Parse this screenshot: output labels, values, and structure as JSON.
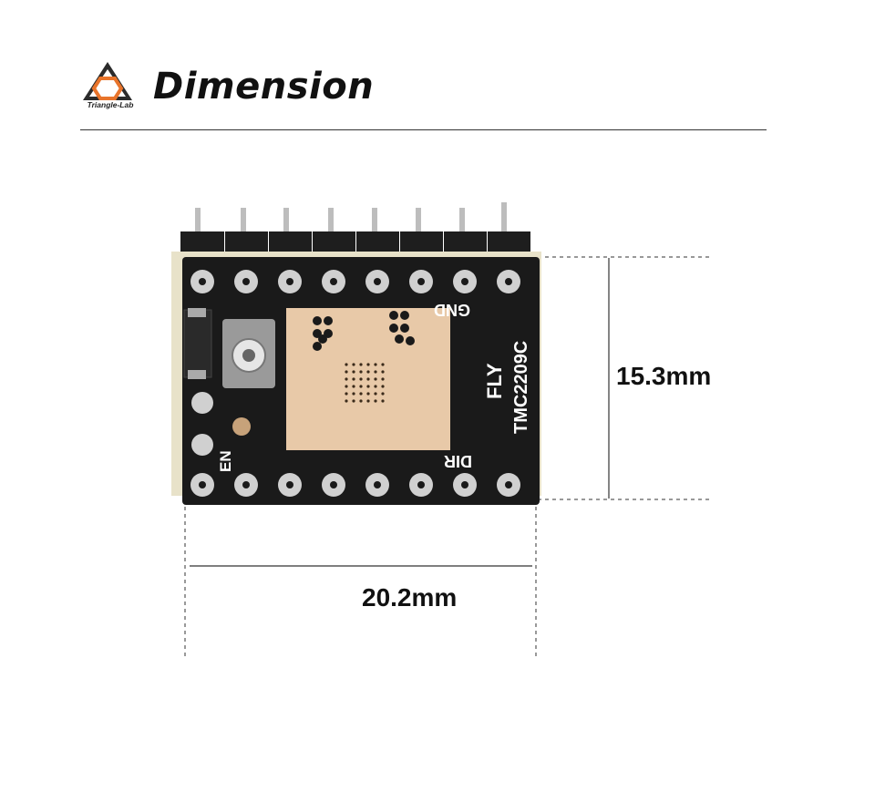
{
  "header": {
    "brand": "Triangle-Lab",
    "title": "Dimension"
  },
  "board": {
    "silk_gnd": "GND",
    "silk_dir": "DIR",
    "silk_en": "EN",
    "silk_brand": "FLY",
    "silk_model": "TMC2209C"
  },
  "dimensions": {
    "height_label": "15.3mm",
    "width_label": "20.2mm"
  },
  "colors": {
    "brand_orange": "#e8742b",
    "pcb": "#1a1a1a",
    "pad_copper": "#e8c9a8",
    "pin_gold": "#c9c9c9"
  }
}
